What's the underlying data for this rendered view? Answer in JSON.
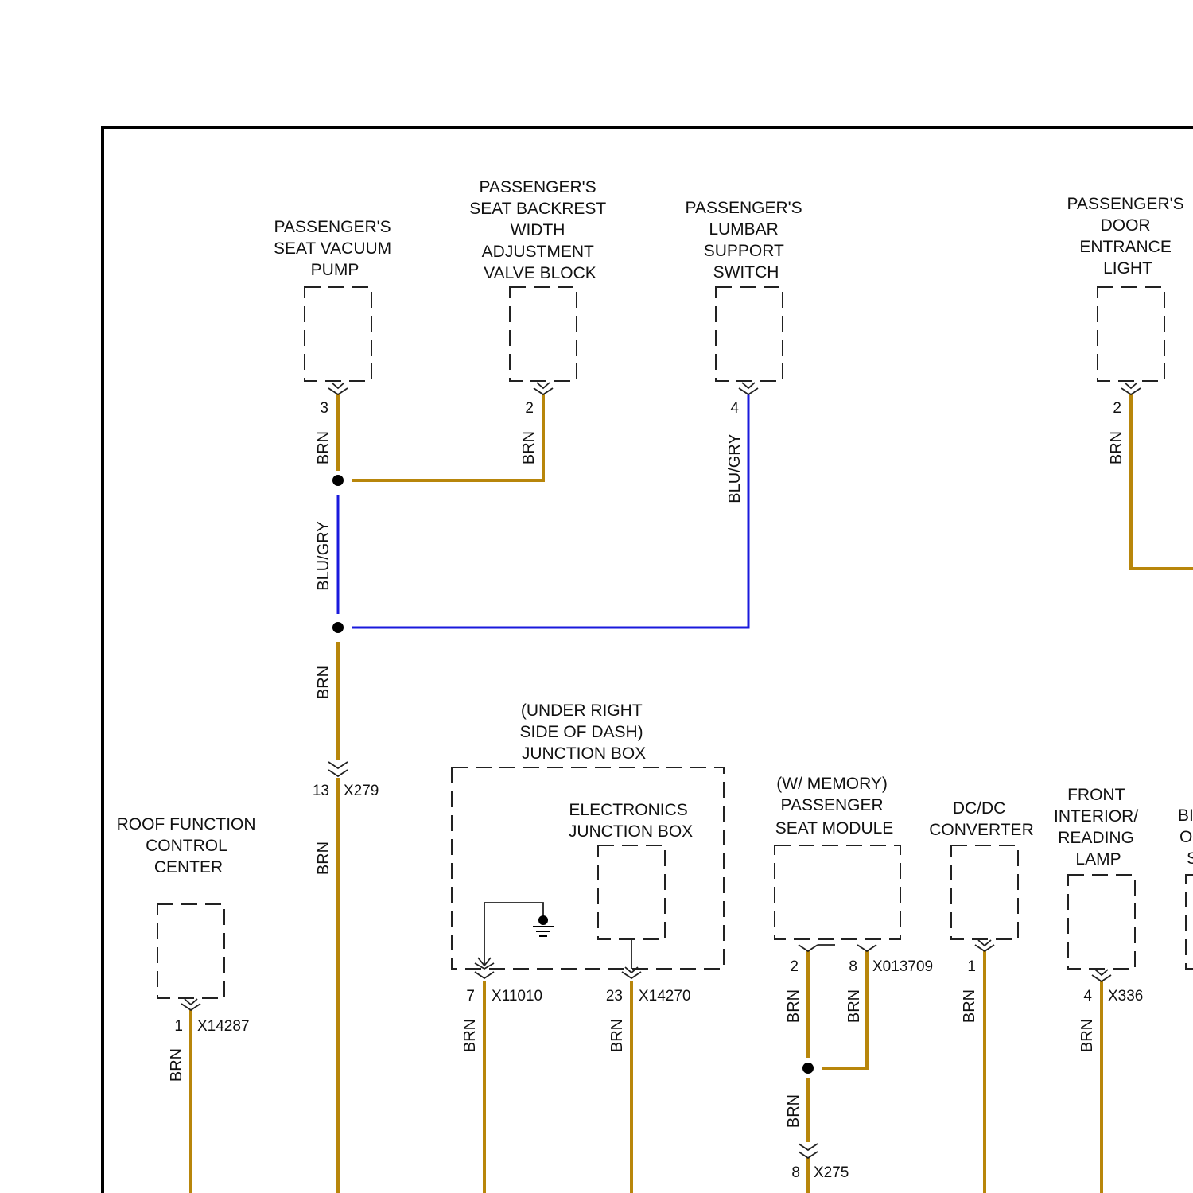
{
  "colors": {
    "brn": "#b8860b",
    "blu_gry": "#1a1adc",
    "ink": "#111111",
    "frame": "#000000"
  },
  "components": {
    "vacuum_pump": [
      "PASSENGER'S",
      "SEAT VACUUM",
      "PUMP"
    ],
    "backrest_valve": [
      "PASSENGER'S",
      "SEAT BACKREST",
      "WIDTH",
      "ADJUSTMENT",
      "VALVE BLOCK"
    ],
    "lumbar_switch": [
      "PASSENGER'S",
      "LUMBAR",
      "SUPPORT",
      "SWITCH"
    ],
    "door_light": [
      "PASSENGER'S",
      "DOOR",
      "ENTRANCE",
      "LIGHT"
    ],
    "dash_junction": [
      "(UNDER RIGHT",
      "SIDE OF DASH)",
      "JUNCTION BOX"
    ],
    "electronics_jb": [
      "ELECTRONICS",
      "JUNCTION BOX"
    ],
    "seat_module": [
      "(W/ MEMORY)",
      "PASSENGER",
      "SEAT MODULE"
    ],
    "dcdc": [
      "DC/DC",
      "CONVERTER"
    ],
    "roof_center": [
      "ROOF FUNCTION",
      "CONTROL",
      "CENTER"
    ],
    "reading_lamp": [
      "FRONT",
      "INTERIOR/",
      "READING",
      "LAMP"
    ],
    "partial_right": [
      "BI",
      "O",
      "S"
    ]
  },
  "pins": {
    "vacuum_pump": "3",
    "backrest_valve": "2",
    "lumbar_switch": "4",
    "door_light": "2",
    "x279": "13",
    "roof_center": "1",
    "x11010": "7",
    "x14270": "23",
    "seat_module_a": "2",
    "seat_module_b": "8",
    "dcdc": "1",
    "reading_lamp": "4",
    "x275": "8"
  },
  "connectors": {
    "x279": "X279",
    "x14287": "X14287",
    "x11010": "X11010",
    "x14270": "X14270",
    "x013709": "X013709",
    "x336": "X336",
    "x275": "X275"
  },
  "wire_labels": {
    "brn": "BRN",
    "blu_gry": "BLU/GRY"
  }
}
